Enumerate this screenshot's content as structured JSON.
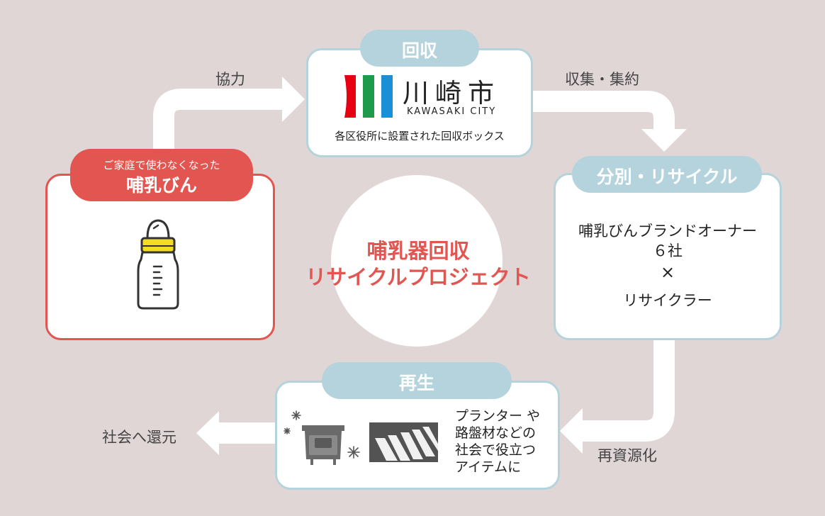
{
  "center": {
    "line1": "哺乳器回収",
    "line2": "リサイクルプロジェクト"
  },
  "home": {
    "subtitle": "ご家庭で使わなくなった",
    "title": "哺乳びん"
  },
  "collect": {
    "tag": "回収",
    "logo_kanji": "川崎市",
    "logo_roman": "KAWASAKI CITY",
    "caption": "各区役所に設置された回収ボックス"
  },
  "sort": {
    "tag": "分別・リサイクル",
    "line1": "哺乳びんブランドオーナー",
    "line2": "６社",
    "line3": "×",
    "line4": "リサイクラー"
  },
  "regen": {
    "tag": "再生",
    "lines": [
      "プランター や",
      "路盤材などの",
      "社会で役立つ",
      "アイテムに"
    ]
  },
  "arrows": {
    "cooperate": "協力",
    "gather": "収集・集約",
    "reresource": "再資源化",
    "return": "社会へ還元"
  },
  "colors": {
    "background": "#e0d6d6",
    "red": "#e25550",
    "teal_border": "#b5d3dc",
    "teal_tag": "#b5d3dc",
    "yellow": "#f3dc22",
    "logo_red": "#e60012",
    "logo_green": "#1d9a4a",
    "logo_blue": "#1a8fd6"
  }
}
